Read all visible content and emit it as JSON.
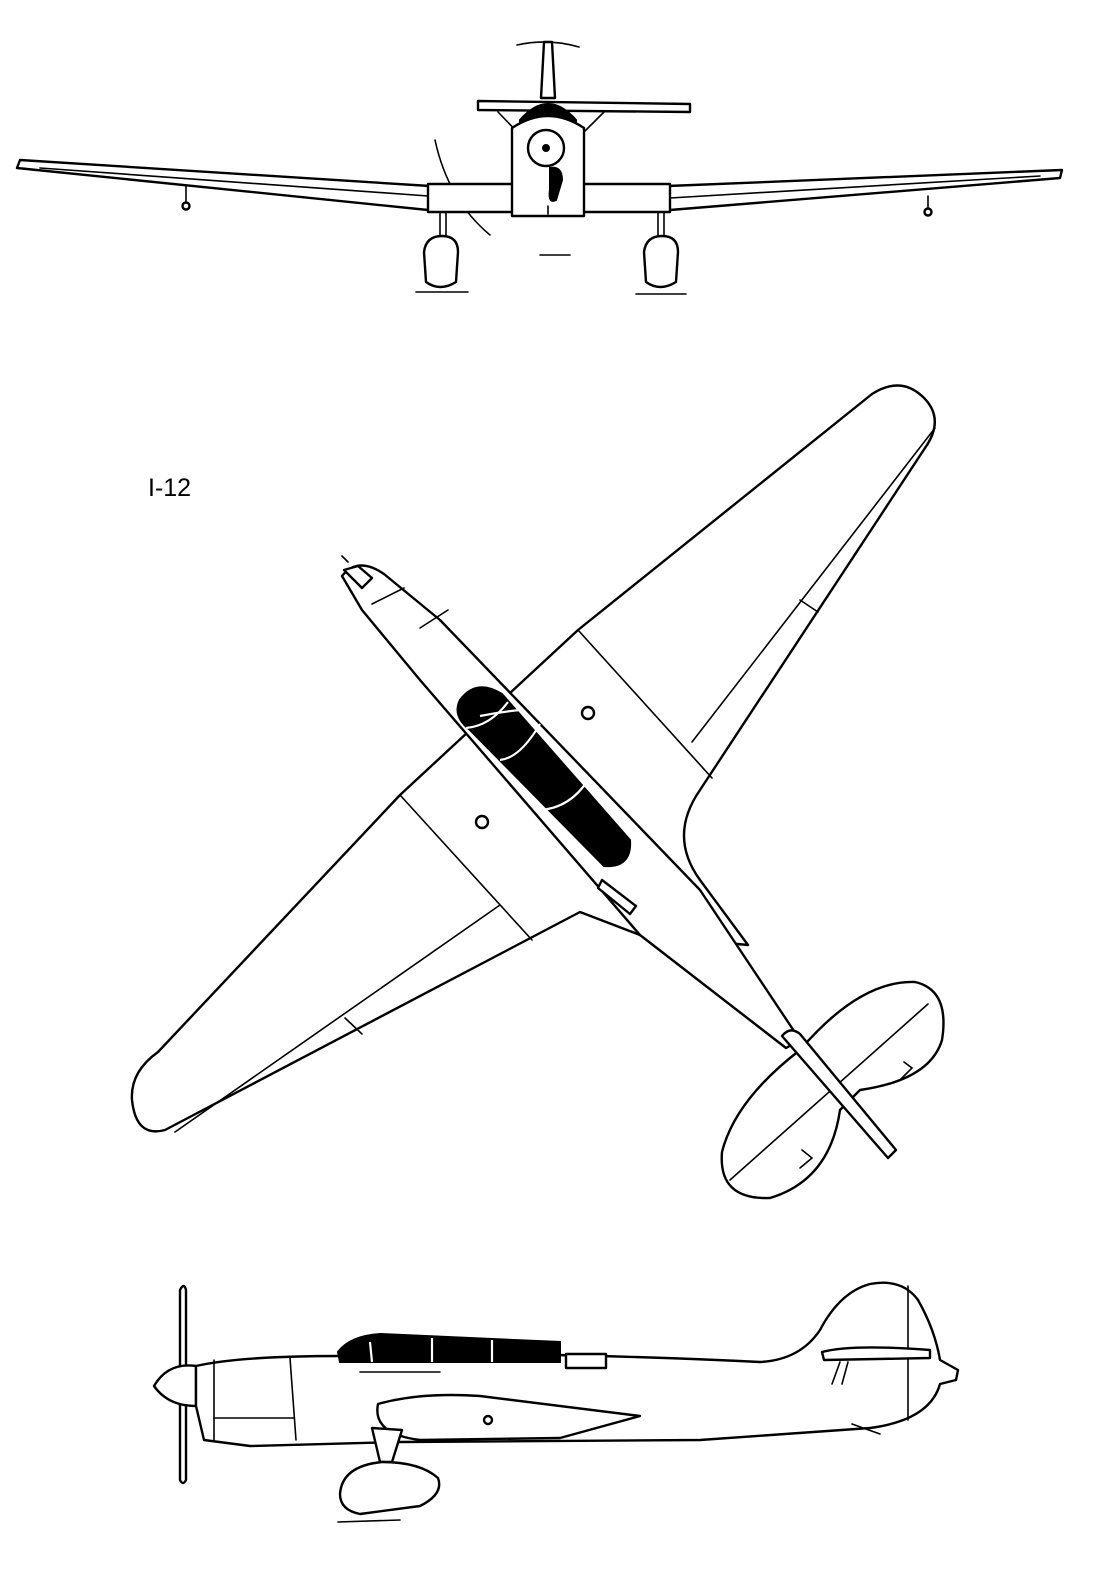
{
  "drawing": {
    "designation": "I-12",
    "line_color": "#000000",
    "fill_color": "#ffffff",
    "views": [
      "front-view",
      "top-view",
      "side-view"
    ]
  }
}
